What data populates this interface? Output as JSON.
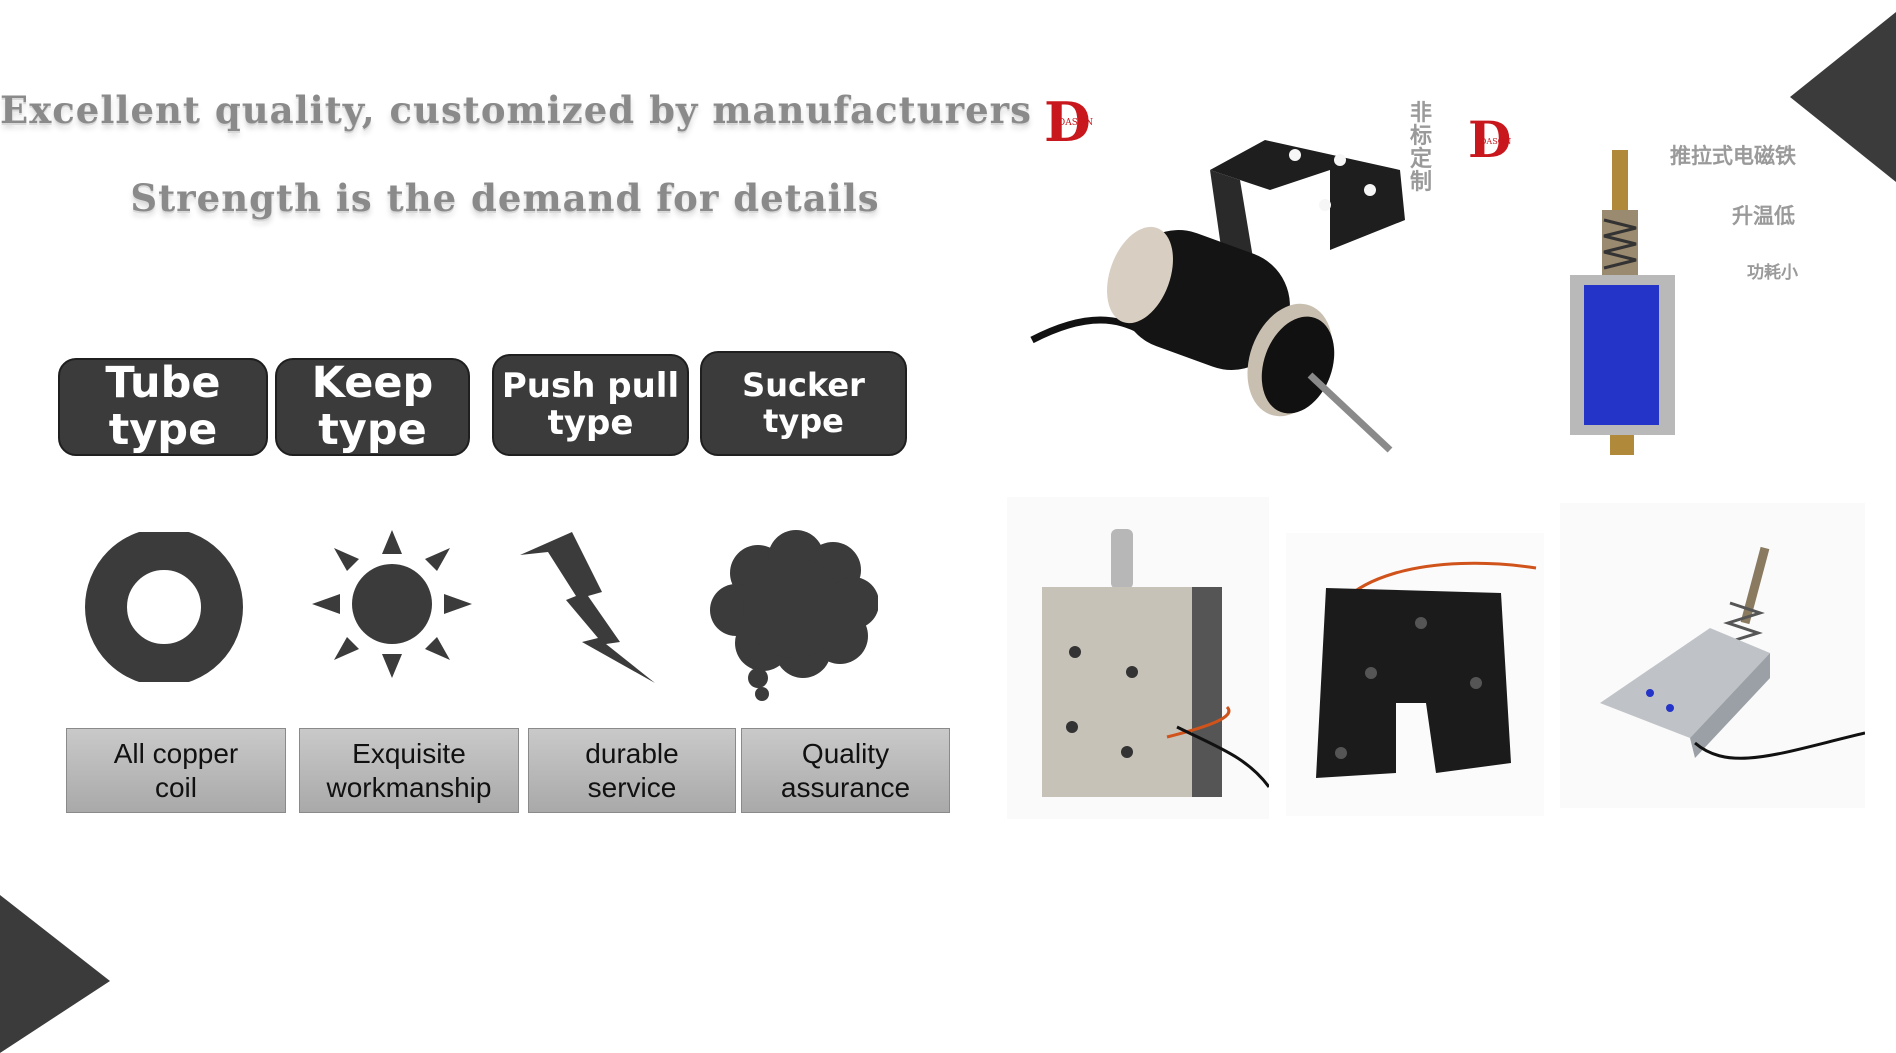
{
  "headline": {
    "line1": "Excellent quality, customized by manufacturers",
    "line2": "Strength is the demand for details"
  },
  "types": [
    {
      "line1": "Tube",
      "line2": "type"
    },
    {
      "line1": "Keep",
      "line2": "type"
    },
    {
      "line1": "Push pull",
      "line2": "type"
    },
    {
      "line1": "Sucker",
      "line2": "type"
    }
  ],
  "features": [
    {
      "line1": "All copper",
      "line2": "coil"
    },
    {
      "line1": "Exquisite",
      "line2": "workmanship"
    },
    {
      "line1": "durable",
      "line2": "service"
    },
    {
      "line1": "Quality",
      "line2": "assurance"
    }
  ],
  "brand": {
    "letter": "D",
    "name": "DASON"
  },
  "cn_labels": {
    "vertical": "非标定制",
    "push_pull": "推拉式电磁铁",
    "low_temp": "升温低",
    "low_power": "功耗小"
  },
  "colors": {
    "dark": "#3b3b3b",
    "accent_red": "#c8171d",
    "coil_blue": "#2433c8"
  },
  "icons": [
    "ring-icon",
    "sun-icon",
    "lightning-icon",
    "cloud-icon"
  ]
}
